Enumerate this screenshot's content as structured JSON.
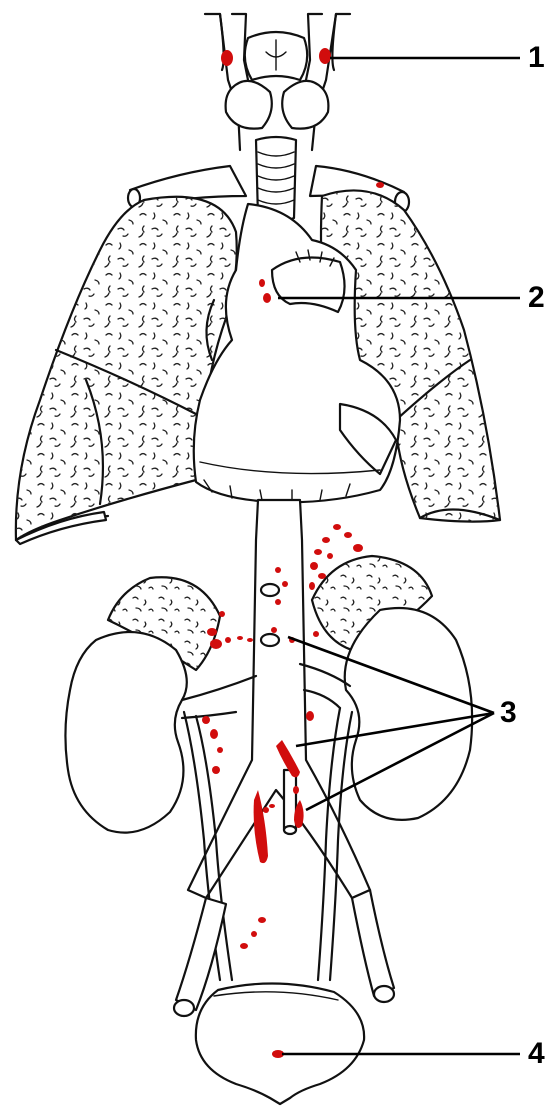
{
  "labels": [
    {
      "id": "1",
      "text": "1"
    },
    {
      "id": "2",
      "text": "2"
    },
    {
      "id": "3",
      "text": "3"
    },
    {
      "id": "4",
      "text": "4"
    }
  ],
  "colors": {
    "outline": "#111111",
    "metastasis": "#d10d0d",
    "background": "#ffffff"
  }
}
